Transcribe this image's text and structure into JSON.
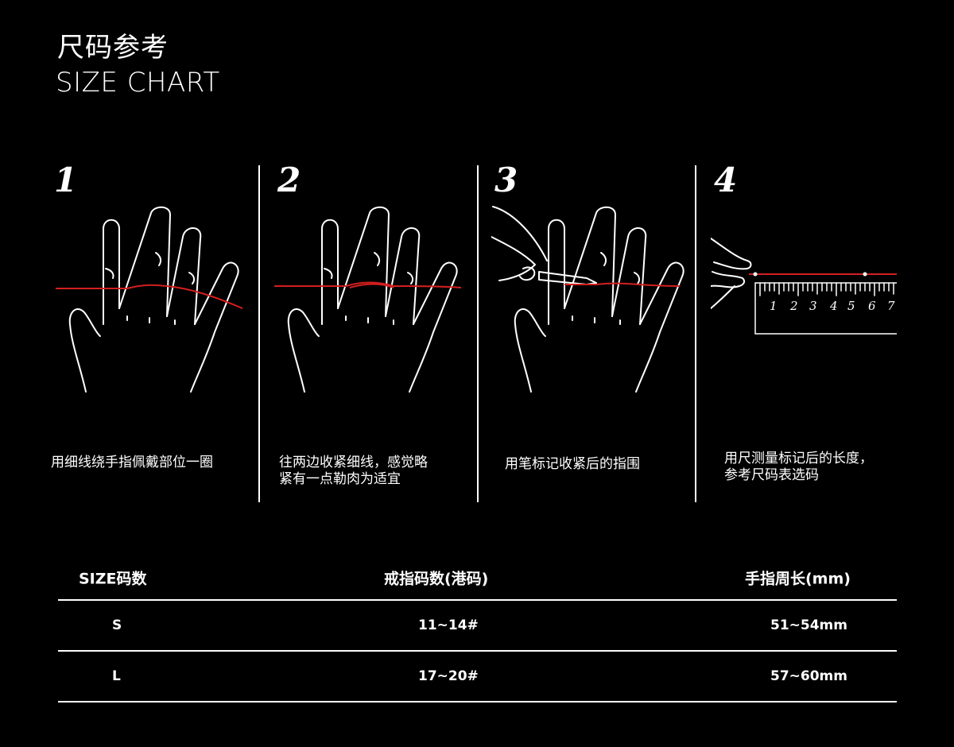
{
  "header": {
    "title_zh": "尺码参考",
    "title_en": "SIZE CHART"
  },
  "steps": [
    {
      "number": "1",
      "text": "用细线绕手指佩戴部位一圈"
    },
    {
      "number": "2",
      "text_line1": "往两边收紧细线，感觉略",
      "text_line2": "紧有一点勒肉为适宜"
    },
    {
      "number": "3",
      "text": "用笔标记收紧后的指围"
    },
    {
      "number": "4",
      "text_line1": "用尺测量标记后的长度，",
      "text_line2": "参考尺码表选码"
    }
  ],
  "ruler_numbers": [
    "1",
    "2",
    "3",
    "4",
    "5",
    "6",
    "7"
  ],
  "colors": {
    "background": "#000000",
    "line": "#ffffff",
    "thread": "#d41f1f"
  },
  "table": {
    "headers": [
      "SIZE码数",
      "戒指码数(港码)",
      "手指周长(mm)"
    ],
    "rows": [
      [
        "S",
        "11~14#",
        "51~54mm"
      ],
      [
        "L",
        "17~20#",
        "57~60mm"
      ]
    ]
  }
}
